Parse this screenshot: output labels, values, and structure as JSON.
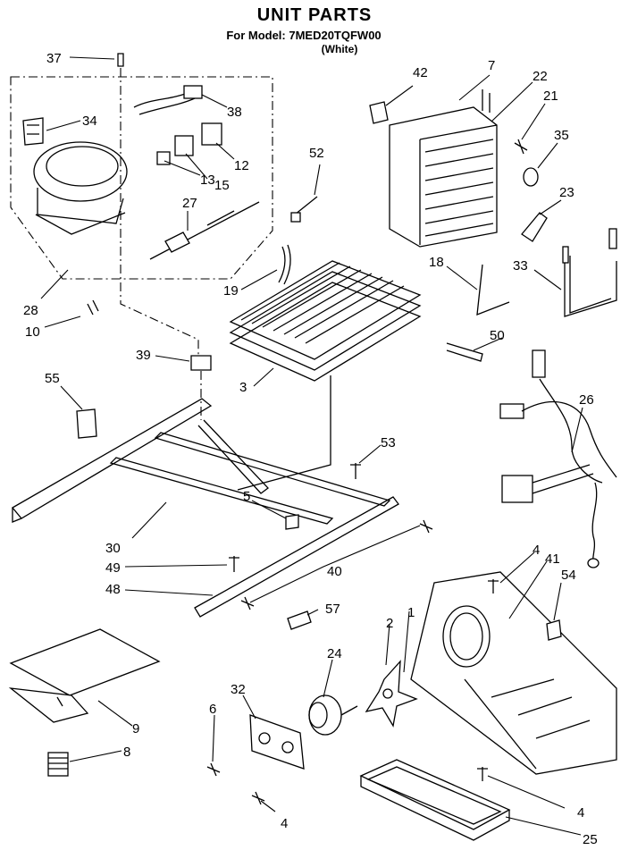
{
  "header": {
    "title": "UNIT PARTS",
    "model_line": "For Model: 7MED20TQFW00",
    "color_line": "(White)"
  },
  "callouts": {
    "c37": "37",
    "c34": "34",
    "c38": "38",
    "c12": "12",
    "c13": "13",
    "c15": "15",
    "c27": "27",
    "c28": "28",
    "c10": "10",
    "c39": "39",
    "c55": "55",
    "c42": "42",
    "c7": "7",
    "c22": "22",
    "c21": "21",
    "c35": "35",
    "c23": "23",
    "c52": "52",
    "c19": "19",
    "c18": "18",
    "c33": "33",
    "c50": "50",
    "c3": "3",
    "c26": "26",
    "c53": "53",
    "c5": "5",
    "c30": "30",
    "c49": "49",
    "c48": "48",
    "c40": "40",
    "c57": "57",
    "c4a": "4",
    "c41": "41",
    "c54": "54",
    "c2": "2",
    "c1": "1",
    "c24": "24",
    "c9": "9",
    "c8": "8",
    "c32": "32",
    "c6": "6",
    "c4b": "4",
    "c4c": "4",
    "c25": "25"
  }
}
